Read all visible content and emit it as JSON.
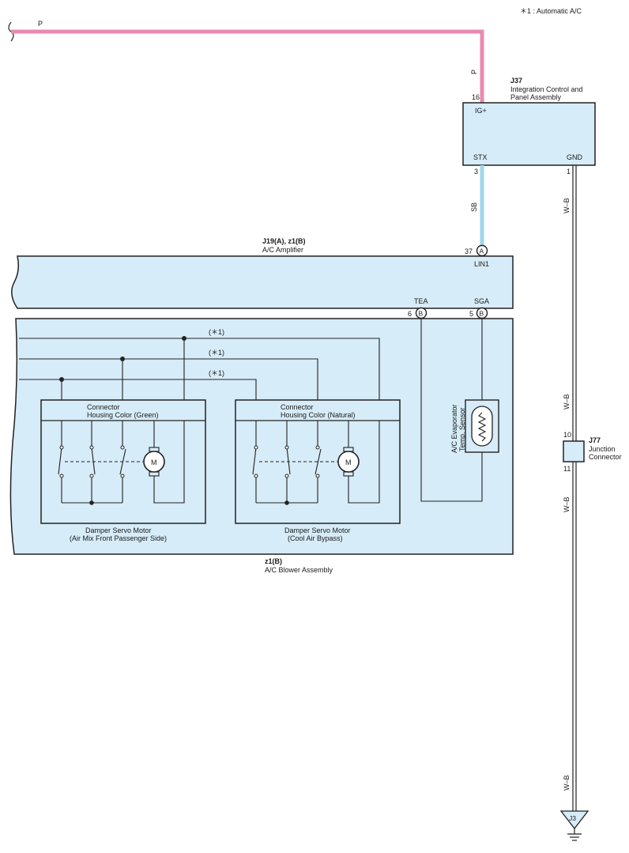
{
  "note": "＊1 : Automatic A/C",
  "colors": {
    "pink_wire": "#e98ab3",
    "sb_wire": "#9fd6ea",
    "component_fill": "#d6ecf8",
    "line": "#222222"
  },
  "wires": {
    "p_top": "P",
    "p_vertical": "P",
    "sb": "SB",
    "wb": "W–B"
  },
  "j37": {
    "code": "J37",
    "name_line1": "Integration Control and",
    "name_line2": "Panel Assembly",
    "pin_ig": "16",
    "label_ig": "IG+",
    "pin_stx": "3",
    "label_stx": "STX",
    "pin_gnd": "1",
    "label_gnd": "GND"
  },
  "amplifier": {
    "code": "J19(A), z1(B)",
    "name": "A/C Amplifier",
    "pin_lin1": "37",
    "conn_lin1": "A",
    "label_lin1": "LIN1",
    "pin_tea": "6",
    "conn_tea": "B",
    "label_tea": "TEA",
    "pin_sga": "5",
    "conn_sga": "B",
    "label_sga": "SGA"
  },
  "blower": {
    "code": "z1(B)",
    "name": "A/C Blower Assembly",
    "star1": "(＊1)",
    "star2": "(＊1)",
    "star3": "(＊1)"
  },
  "servo_left": {
    "connector_line1": "Connector",
    "connector_line2": "Housing Color (Green)",
    "name_line1": "Damper Servo Motor",
    "name_line2": "(Air Mix Front Passenger Side)",
    "motor": "M"
  },
  "servo_right": {
    "connector_line1": "Connector",
    "connector_line2": "Housing Color (Natural)",
    "name_line1": "Damper Servo Motor",
    "name_line2": "(Cool Air Bypass)",
    "motor": "M"
  },
  "sensor": {
    "line1": "A/C Evaporator",
    "line2": "Temp. Sensor"
  },
  "j77": {
    "code": "J77",
    "name_line1": "Junction",
    "name_line2": "Connector",
    "pin_in": "10",
    "pin_out": "11"
  },
  "ground": {
    "code": "J3"
  }
}
